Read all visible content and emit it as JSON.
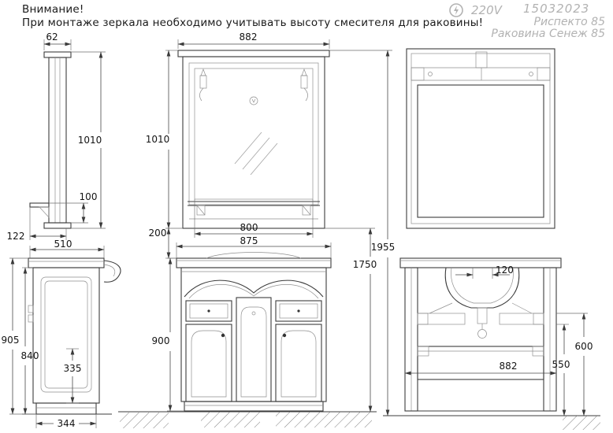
{
  "notice": {
    "line1": "Внимание!",
    "line2": "При монтаже зеркала необходимо учитывать высоту смесителя для раковины!"
  },
  "stamp": {
    "voltage": "220V",
    "code": "15032023",
    "model": "Риспекто 85",
    "sink": "Раковина Сенеж 85",
    "color": "#b2b2b2"
  },
  "dims": {
    "mirror_side": {
      "width": "62",
      "height": "1010",
      "shelf": "100",
      "depth": "122"
    },
    "mirror_front": {
      "top_width": "882",
      "height": "1010",
      "glass_width": "800",
      "gap": "200"
    },
    "totals": {
      "to_mirror_bottom": "1750",
      "overall": "1955"
    },
    "cabinet_side": {
      "depth": "510",
      "height_total": "905",
      "height_body": "840",
      "inner": "335",
      "base": "344"
    },
    "cabinet_front": {
      "width": "875",
      "height": "900"
    },
    "cabinet_back": {
      "cutout": "120",
      "width": "882",
      "h1": "600",
      "h2": "550"
    }
  }
}
